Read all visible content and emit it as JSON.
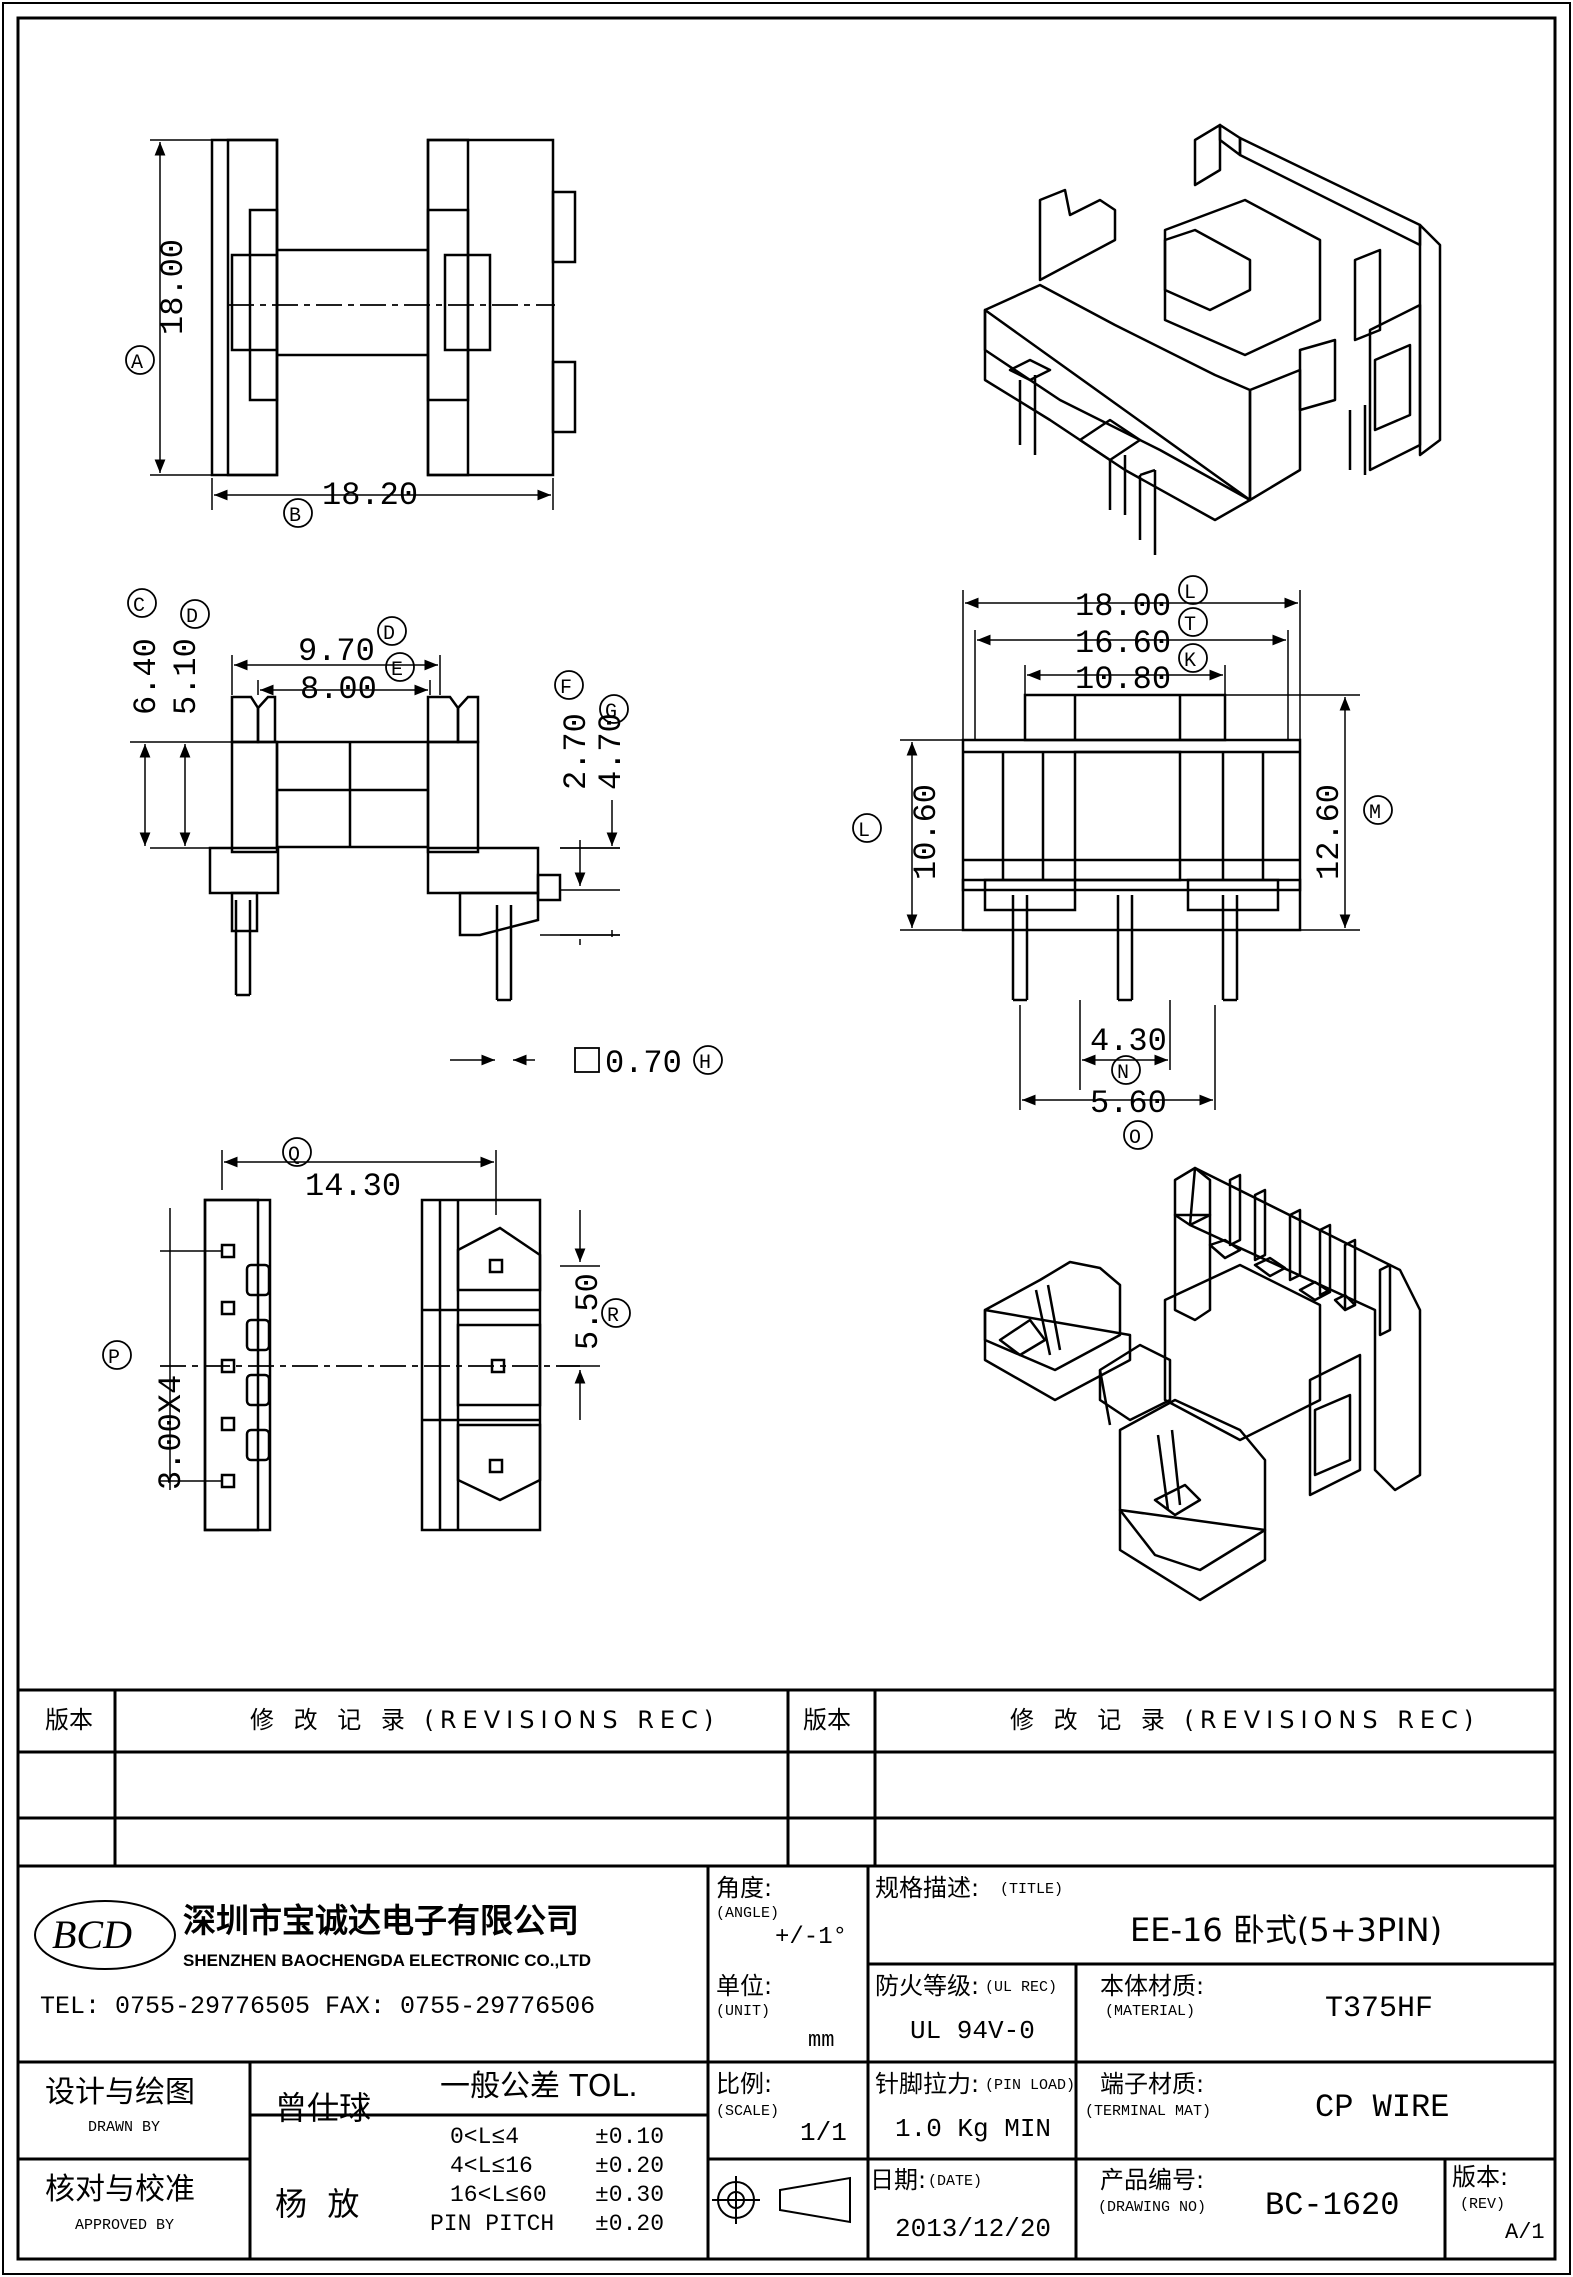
{
  "drawing": {
    "dims": {
      "a18": "18.00",
      "b1820": "18.20",
      "c640": "6.40",
      "d510": "5.10",
      "d970": "9.70",
      "e800": "8.00",
      "f270": "2.70",
      "g470": "4.70",
      "h070": "0.70",
      "j1800": "18.00",
      "t1660": "16.60",
      "k1080": "10.80",
      "l1060": "10.60",
      "m1260": "12.60",
      "n430": "4.30",
      "o560": "5.60",
      "q1430": "14.30",
      "r550": "5.50",
      "p300x4": "3.00X4"
    },
    "markers": {
      "A": "A",
      "B": "B",
      "C": "C",
      "D": "D",
      "D2": "D",
      "E": "E",
      "F": "F",
      "G": "G",
      "H": "H",
      "L1": "L",
      "T": "T",
      "K": "K",
      "L2": "L",
      "M": "M",
      "N": "N",
      "O": "O",
      "Q": "Q",
      "R": "R",
      "P": "P"
    },
    "pin_symbol": "□"
  },
  "title_block": {
    "rev_header_left_label": "版本",
    "rev_header_left_title": "修 改 记 录  (REVISIONS REC)",
    "rev_header_right_label": "版本",
    "rev_header_right_title": "修 改 记 录  (REVISIONS REC)",
    "company_logo": "BCD",
    "company_cn": "深圳市宝诚达电子有限公司",
    "company_en": "SHENZHEN BAOCHENGDA ELECTRONIC CO.,LTD",
    "contact": "TEL: 0755-29776505  FAX: 0755-29776506",
    "angle_label": "角度:",
    "angle_en": "(ANGLE)",
    "angle_value": "+/-1°",
    "title_label": "规格描述:",
    "title_en": "(TITLE)",
    "title_value": "EE-16 卧式(5+3PIN)",
    "unit_label": "单位:",
    "unit_en": "(UNIT)",
    "unit_value": "mm",
    "ul_label": "防火等级:",
    "ul_en": "(UL REC)",
    "ul_value": "UL 94V-0",
    "material_label": "本体材质:",
    "material_en": "(MATERIAL)",
    "material_value": "T375HF",
    "drawn_label": "设计与绘图",
    "drawn_en": "DRAWN BY",
    "drawn_value": "曾仕球",
    "tol_title": "一般公差 TOL.",
    "tol_rows": [
      {
        "range": "0<L≤4",
        "value": "±0.10"
      },
      {
        "range": "4<L≤16",
        "value": "±0.20"
      },
      {
        "range": "16<L≤60",
        "value": "±0.30"
      },
      {
        "range": "PIN PITCH",
        "value": "±0.20"
      }
    ],
    "scale_label": "比例:",
    "scale_en": "(SCALE)",
    "scale_value": "1/1",
    "pinload_label": "针脚拉力:",
    "pinload_en": "(PIN LOAD)",
    "pinload_value": "1.0 Kg MIN",
    "terminal_label": "端子材质:",
    "terminal_en": "(TERMINAL MAT)",
    "terminal_value": "CP WIRE",
    "approved_label": "核对与校准",
    "approved_en": "APPROVED BY",
    "approved_value": "杨  放",
    "date_label": "日期:",
    "date_en": "(DATE)",
    "date_value": "2013/12/20",
    "drawing_no_label": "产品编号:",
    "drawing_no_en": "(DRAWING NO)",
    "drawing_no_value": "BC-1620",
    "rev_label": "版本:",
    "rev_en": "(REV)",
    "rev_value": "A/1"
  }
}
